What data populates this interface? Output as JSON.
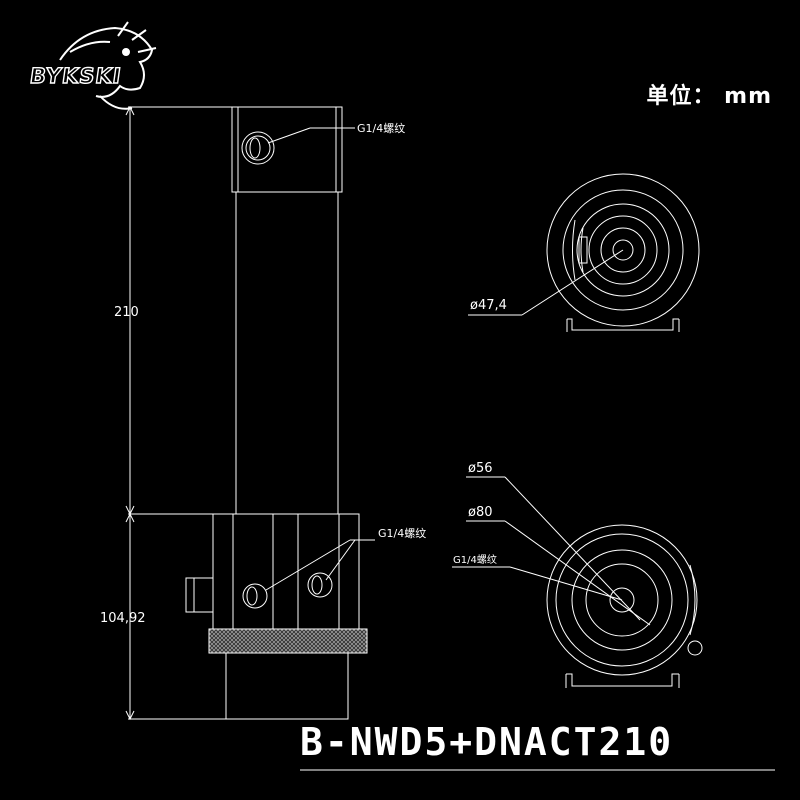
{
  "brand": {
    "logo_text": "BYKSKI"
  },
  "unit_label": "单位： mm",
  "model": "B-NWD5+DNACT210",
  "dimensions": {
    "tube_length": "210",
    "base_height": "104,92",
    "top_diameter": "ø47,4",
    "inner_diameter": "ø56",
    "outer_diameter": "ø80"
  },
  "callouts": {
    "top_port": "G1/4螺纹",
    "side_port": "G1/4螺纹",
    "bottom_port": "G1/4螺纹"
  }
}
